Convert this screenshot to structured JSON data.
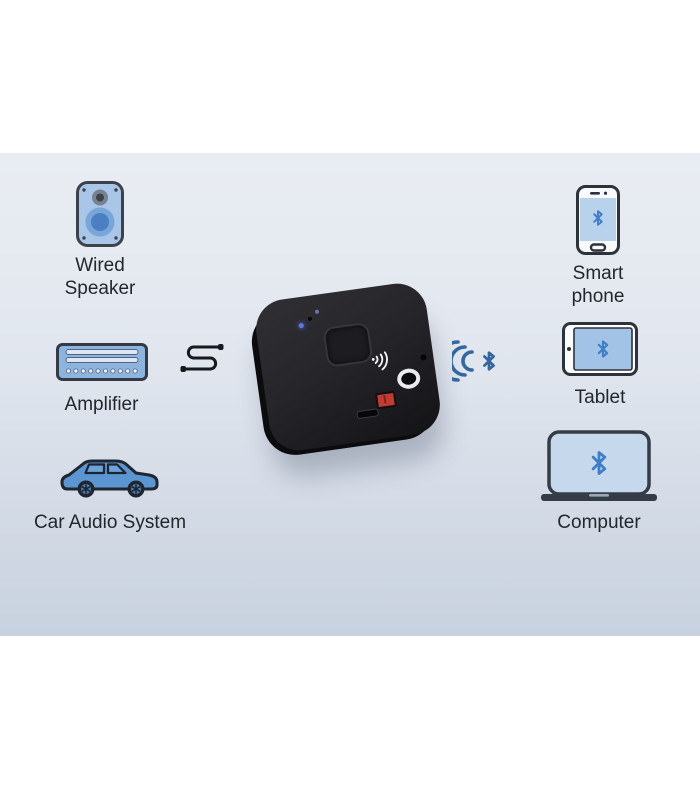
{
  "panel": {
    "background_top": "#e9edf3",
    "background_bottom": "#c8d1df"
  },
  "left_devices": [
    {
      "label": "Wired Speaker",
      "icon": "speaker-icon",
      "connection": "wired"
    },
    {
      "label": "Amplifier",
      "icon": "amplifier-icon",
      "connection": "wired"
    },
    {
      "label": "Car Audio System",
      "icon": "car-icon",
      "connection": "wired"
    }
  ],
  "right_devices": [
    {
      "label": "Smart phone",
      "icon": "smartphone-icon",
      "connection": "bluetooth"
    },
    {
      "label": "Tablet",
      "icon": "tablet-icon",
      "connection": "bluetooth"
    },
    {
      "label": "Computer",
      "icon": "laptop-icon",
      "connection": "bluetooth"
    }
  ],
  "receiver": {
    "name": "bluetooth-audio-receiver",
    "features": [
      "pairing-button",
      "status-leds",
      "nfc-logo",
      "aux-port",
      "mode-switch",
      "usb-port"
    ]
  },
  "connectors": {
    "left": "audio-cable-icon",
    "right": "bluetooth-signal-icon"
  },
  "colors": {
    "icon_blue": "#5b96d2",
    "icon_light_blue": "#b9d2ec",
    "bluetooth_blue": "#3f7ec9",
    "signal_blue": "#33679f",
    "outline_dark": "#2e333b",
    "text": "#23262b",
    "device_body": "#26262a",
    "led_blue": "#5d78e6",
    "switch_red": "#c23b32"
  }
}
